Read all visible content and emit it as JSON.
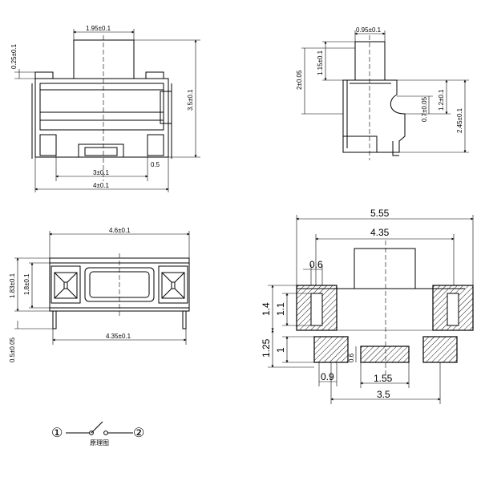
{
  "top_left": {
    "dim_plunger_width": "1.95±0.1",
    "dim_top_offset": "0.25±0.1",
    "dim_height": "3.5±0.1",
    "dim_pad_span": "3±0.1",
    "dim_small": "0.5",
    "dim_body_width": "4±0.1"
  },
  "top_right": {
    "dim_plunger_width": "0.95±0.1",
    "dim_total": "2±0.05",
    "dim_plunger_height": "1.15±0.1",
    "dim_slot_upper": "0.7±0.05",
    "dim_slot_lower": "1.2±0.1",
    "dim_overall_height": "2.45±0.1"
  },
  "bottom_left": {
    "dim_width": "4.6±0.1",
    "dim_height_outer": "1.83±0.1",
    "dim_height_inner": "1.8±0.1",
    "dim_lead": "0.5±0.05",
    "dim_lead_span": "4.35±0.1"
  },
  "bottom_right": {
    "dim_total_width": "5.55",
    "dim_inner_width": "4.35",
    "dim_hole_width": "0.6",
    "dim_height_1": "1.4",
    "dim_height_2": "1.1",
    "dim_pad_height_1": "1.25",
    "dim_pad_height_2": "1",
    "dim_pad_gap": "0.6",
    "dim_pad_width": "0.9",
    "dim_center_pad": "1.55",
    "dim_pad_span": "3.5"
  },
  "schematic": {
    "terminal_1": "①",
    "terminal_2": "②",
    "caption": "原理图"
  }
}
